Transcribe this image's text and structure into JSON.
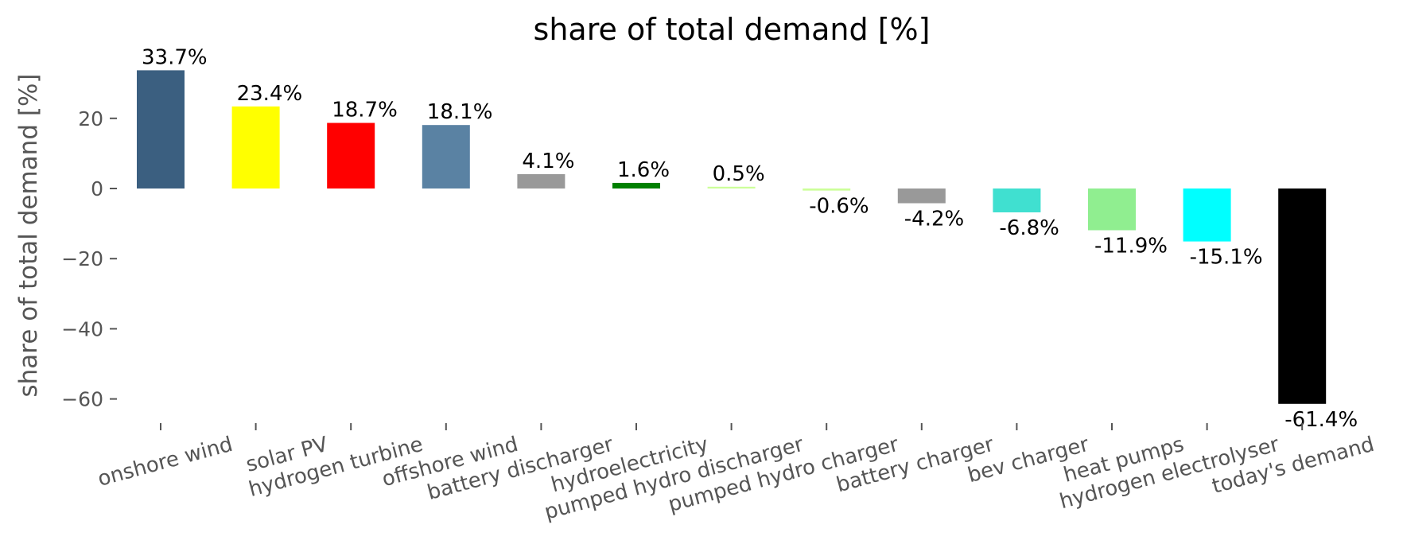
{
  "chart_data": {
    "type": "bar",
    "title": "share of total demand [%]",
    "ylabel": "share of total demand [%]",
    "xlabel": "",
    "ylim": [
      -68,
      38
    ],
    "yticks": [
      20,
      0,
      -20,
      -40,
      -60
    ],
    "ytick_labels": [
      "20",
      "0",
      "−20",
      "−40",
      "−60"
    ],
    "grid": false,
    "categories": [
      "onshore wind",
      "solar PV",
      "hydrogen turbine",
      "offshore wind",
      "battery discharger",
      "hydroelectricity",
      "pumped hydro discharger",
      "pumped hydro charger",
      "battery charger",
      "bev charger",
      "heat pumps",
      "hydrogen electrolyser",
      "today's demand"
    ],
    "values": [
      33.7,
      23.4,
      18.7,
      18.1,
      4.1,
      1.6,
      0.5,
      -0.6,
      -4.2,
      -6.8,
      -11.9,
      -15.1,
      -61.4
    ],
    "value_labels": [
      "33.7%",
      "23.4%",
      "18.7%",
      "18.1%",
      "4.1%",
      "1.6%",
      "0.5%",
      "-0.6%",
      "-4.2%",
      "-6.8%",
      "-11.9%",
      "-15.1%",
      "-61.4%"
    ],
    "colors": [
      "#3b5f80",
      "#ffff00",
      "#ff0000",
      "#5a82a3",
      "#999999",
      "#008000",
      "#ccff99",
      "#ccff99",
      "#999999",
      "#40e0d0",
      "#90ee90",
      "#00ffff",
      "#000000"
    ]
  }
}
